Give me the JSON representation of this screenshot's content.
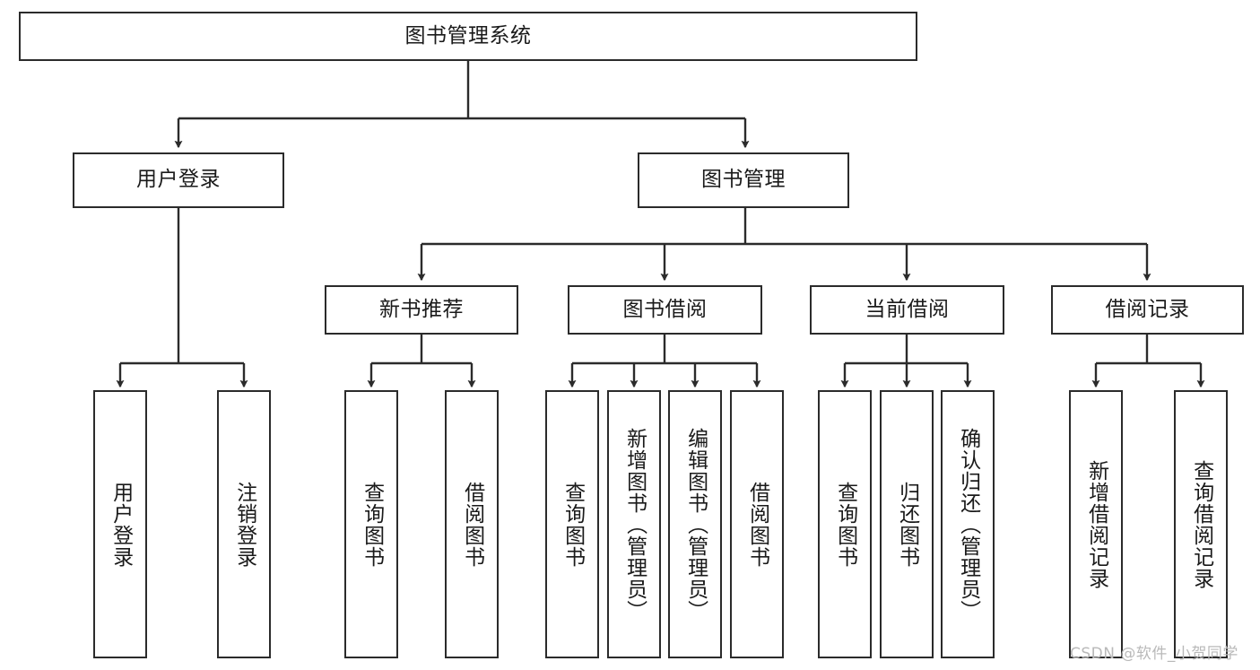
{
  "diagram": {
    "title": "图书管理系统",
    "watermark": "CSDN @软件_小贺同学",
    "colors": {
      "stroke": "#2b2b2b",
      "fill": "#ffffff",
      "text": "#1a1a1a",
      "watermark": "#b9b9b9"
    },
    "nodes": {
      "root": {
        "label": "图书管理系统"
      },
      "level2": [
        {
          "label": "用户登录"
        },
        {
          "label": "图书管理"
        }
      ],
      "level3": [
        {
          "label": "新书推荐"
        },
        {
          "label": "图书借阅"
        },
        {
          "label": "当前借阅"
        },
        {
          "label": "借阅记录"
        }
      ],
      "leaves": {
        "user_login": [
          {
            "label": "用户登录"
          },
          {
            "label": "注销登录"
          }
        ],
        "new_book_recommend": [
          {
            "label": "查询图书"
          },
          {
            "label": "借阅图书"
          }
        ],
        "book_borrow": [
          {
            "label": "查询图书"
          },
          {
            "label": "新增图书（管理员）"
          },
          {
            "label": "编辑图书（管理员）"
          },
          {
            "label": "借阅图书"
          }
        ],
        "current_borrow": [
          {
            "label": "查询图书"
          },
          {
            "label": "归还图书"
          },
          {
            "label": "确认归还（管理员）"
          }
        ],
        "borrow_record": [
          {
            "label": "新增借阅记录"
          },
          {
            "label": "查询借阅记录"
          }
        ]
      }
    }
  }
}
